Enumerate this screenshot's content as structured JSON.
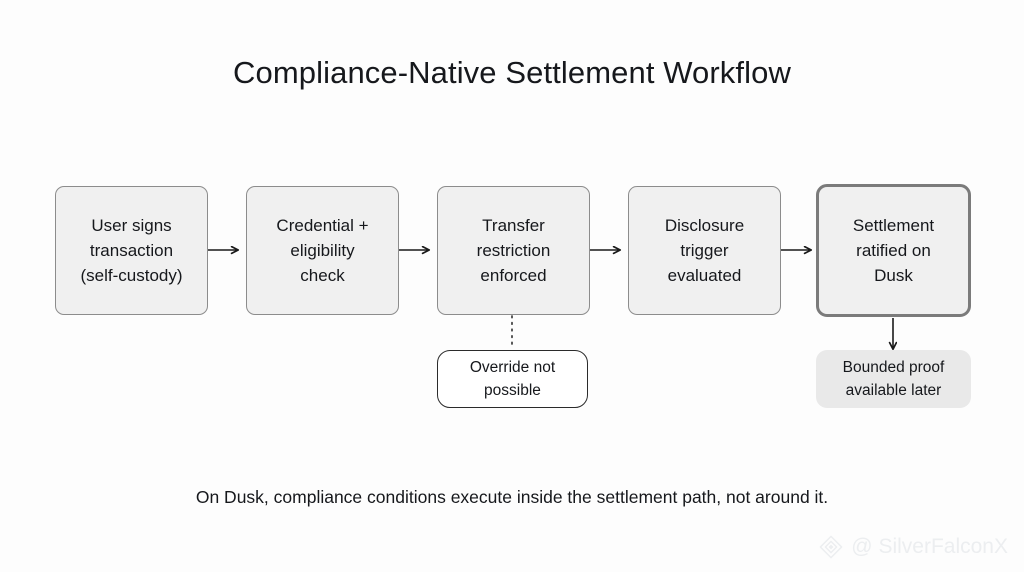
{
  "page": {
    "background": "#fdfdfd",
    "title": "Compliance-Native Settlement Workflow",
    "caption": "On Dusk, compliance conditions execute inside the settlement path, not around it."
  },
  "colors": {
    "node_fill": "#f0f0f0",
    "node_border": "#8c8c8c",
    "highlight_border": "#7b7b7b",
    "subnode_fill": "#e9e9e9",
    "subnode_outline_border": "#2b2b2b",
    "text": "#16181c",
    "connector": "#1a1a1a",
    "watermark": "#eceef0"
  },
  "flow": {
    "nodes": [
      {
        "id": "user-signs",
        "label": "User signs\ntransaction\n(self-custody)",
        "emphasis": "normal"
      },
      {
        "id": "credential-check",
        "label": "Credential +\neligibility\ncheck",
        "emphasis": "normal"
      },
      {
        "id": "transfer-restriction",
        "label": "Transfer\nrestriction\nenforced",
        "emphasis": "normal"
      },
      {
        "id": "disclosure-trigger",
        "label": "Disclosure\ntrigger\nevaluated",
        "emphasis": "normal"
      },
      {
        "id": "settlement-ratified",
        "label": "Settlement\nratified on\nDusk",
        "emphasis": "highlight"
      }
    ],
    "sub_nodes": [
      {
        "id": "override-not-possible",
        "label": "Override not\npossible",
        "style": "outline",
        "connector": "dotted",
        "attached_to": "transfer-restriction"
      },
      {
        "id": "bounded-proof",
        "label": "Bounded proof\navailable later",
        "style": "filled",
        "connector": "arrow",
        "attached_to": "settlement-ratified"
      }
    ],
    "connector_count": 4,
    "connector_style": "solid-arrow-right"
  },
  "watermark": {
    "handle": "@ SilverFalconX",
    "logo_icon": "diamond-logo-icon"
  }
}
